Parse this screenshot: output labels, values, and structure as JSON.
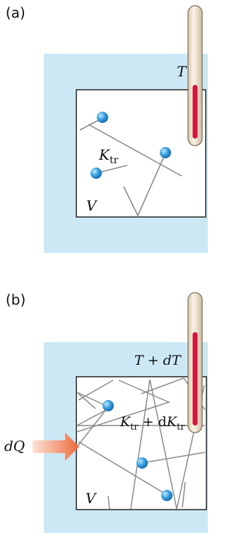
{
  "panel_a": {
    "label": "(a)",
    "temperature_label": "T",
    "energy_label": {
      "main": "K",
      "sub": "tr"
    },
    "volume_label": "V"
  },
  "panel_b": {
    "label": "(b)",
    "temperature_label": "T + dT",
    "energy_label": {
      "main": "K",
      "sub": "tr",
      "plus": "+ d",
      "main2": "K",
      "sub2": "tr"
    },
    "volume_label": "V",
    "heat_label": "dQ"
  },
  "colors": {
    "reservoir": "#cce8f4",
    "thermometer_fluid": "#d2143c",
    "thermometer_tube": "#f4e8d4",
    "heat_arrow": "#f08050",
    "molecule": "#3aa0e0",
    "path_line": "#8a8a8a"
  }
}
